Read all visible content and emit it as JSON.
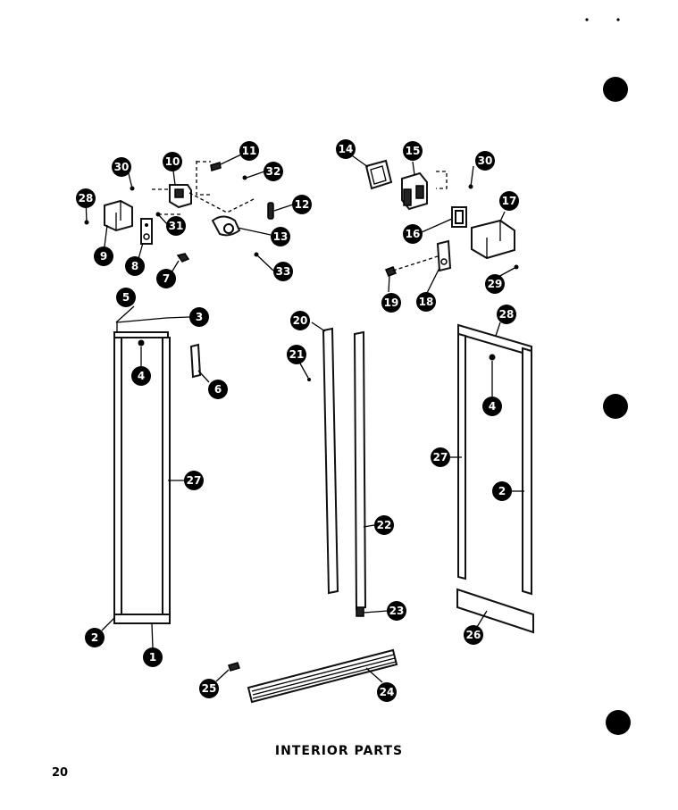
{
  "caption": "INTERIOR PARTS",
  "page_number": "20",
  "callouts": [
    "1",
    "2",
    "3",
    "4",
    "5",
    "6",
    "7",
    "8",
    "9",
    "10",
    "11",
    "12",
    "13",
    "14",
    "15",
    "16",
    "17",
    "18",
    "19",
    "20",
    "21",
    "22",
    "23",
    "24",
    "25",
    "26",
    "27",
    "28",
    "29",
    "30",
    "31",
    "32",
    "33"
  ]
}
